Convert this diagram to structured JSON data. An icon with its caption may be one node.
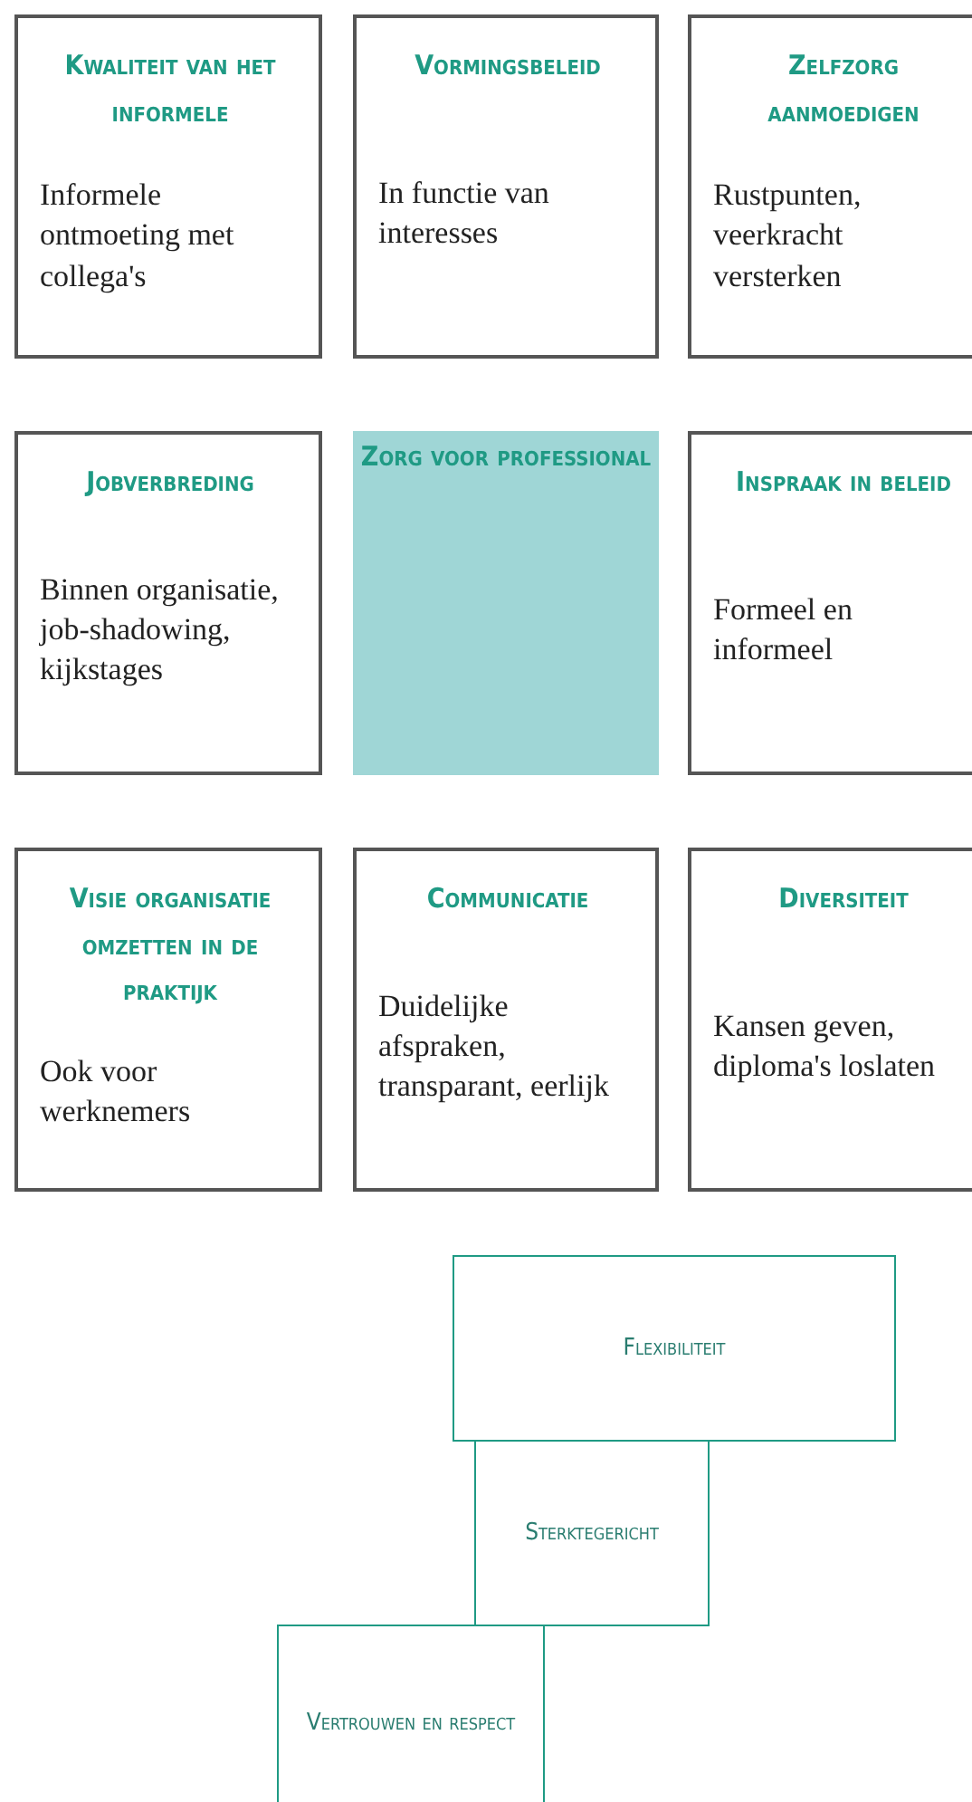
{
  "diagram": {
    "nodes": [
      {
        "text": [
          "Kwaliteit van het informele",
          "Informele ontmoeting met collega's"
        ]
      },
      {
        "text": [
          "Vormingsbeleid",
          "In functie van interesses"
        ]
      },
      {
        "text": [
          "Zelfzorg aanmoedigen",
          "Rustpunten, veerkracht versterken"
        ]
      },
      {
        "text": [
          "Jobverbreding",
          "Binnen organisatie, job-shadowing, kijkstages"
        ]
      },
      {
        "text": [
          "Zorg voor professional"
        ]
      },
      {
        "text": [
          "Inspraak in beleid",
          "Formeel en informeel"
        ]
      },
      {
        "text": [
          "Visie organisatie omzetten in de praktijk",
          "Ook voor werknemers"
        ]
      },
      {
        "text": [
          "Communicatie",
          "Duidelijke afspraken, transparant, eerlijk"
        ]
      },
      {
        "text": [
          "Diversiteit",
          "Kansen geven, diploma's loslaten"
        ]
      },
      {
        "text": [
          "Flexibiliteit"
        ]
      },
      {
        "text": [
          "Sterktegericht"
        ]
      },
      {
        "text": [
          "Vertrouwen en respect"
        ]
      }
    ]
  }
}
